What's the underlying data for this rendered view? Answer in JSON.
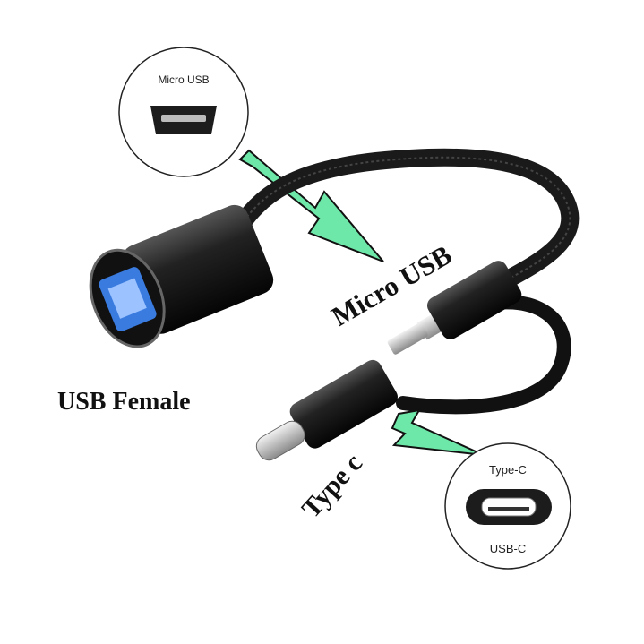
{
  "labels": {
    "micro_circle_title": "Micro USB",
    "micro_label": "Micro USB",
    "female_label": "USB Female",
    "typec_label": "Type c",
    "typec_circle_title": "Type-C",
    "typec_circle_caption": "USB-C"
  },
  "colors": {
    "arrow": "#6ee8a8",
    "usb_port_blue": "#3a7be0",
    "cable": "#1a1a1a"
  }
}
